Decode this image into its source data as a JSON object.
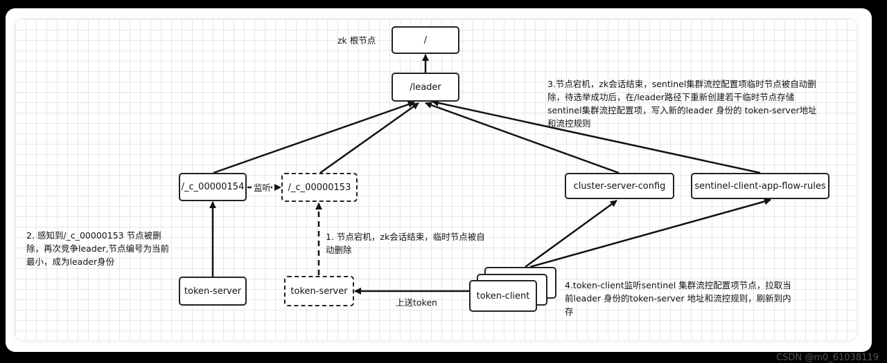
{
  "nodes": {
    "root": "/",
    "leader": "/leader",
    "c154": "/_c_00000154",
    "c153": "/_c_00000153",
    "cluster_config": "cluster-server-config",
    "flow_rules": "sentinel-client-app-flow-rules",
    "token_server_new": "token-server",
    "token_server_old": "token-server",
    "token_client": "token-client"
  },
  "labels": {
    "root_label": "zk 根节点",
    "watch": "监听",
    "upload": "上送token"
  },
  "notes": {
    "note1": "1. 节点宕机，zk会话结束，临时节点被自动删除",
    "note2": "2. 感知到/_c_00000153 节点被删除，再次竞争leader,节点编号为当前最小，成为leader身份",
    "note3": "3.节点宕机，zk会话结束，sentinel集群流控配置项临时节点被自动删除，待选举成功后，在/leader路径下重新创建若干临时节点存储sentinel集群流控配置项，写入新的leader 身份的 token-server地址和流控规则",
    "note4": "4.token-client监听sentinel 集群流控配置项节点，拉取当前leader 身份的token-server 地址和流控规则，刷新到内存"
  },
  "watermark": "CSDN @m0_61038119"
}
